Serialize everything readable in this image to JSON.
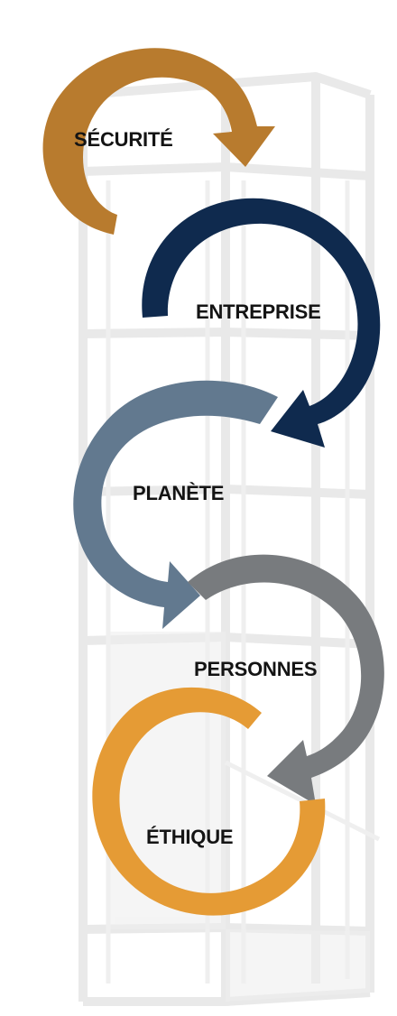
{
  "diagram": {
    "steps": [
      {
        "label": "SÉCURITÉ",
        "color": "#B87B2E"
      },
      {
        "label": "ENTREPRISE",
        "color": "#0F2A4E"
      },
      {
        "label": "PLANÈTE",
        "color": "#62798F"
      },
      {
        "label": "PERSONNES",
        "color": "#787B7E"
      },
      {
        "label": "ÉTHIQUE",
        "color": "#E59B35"
      }
    ],
    "background": {
      "image": "elevator-cabin-frame",
      "color": "#F3F3F3"
    }
  }
}
